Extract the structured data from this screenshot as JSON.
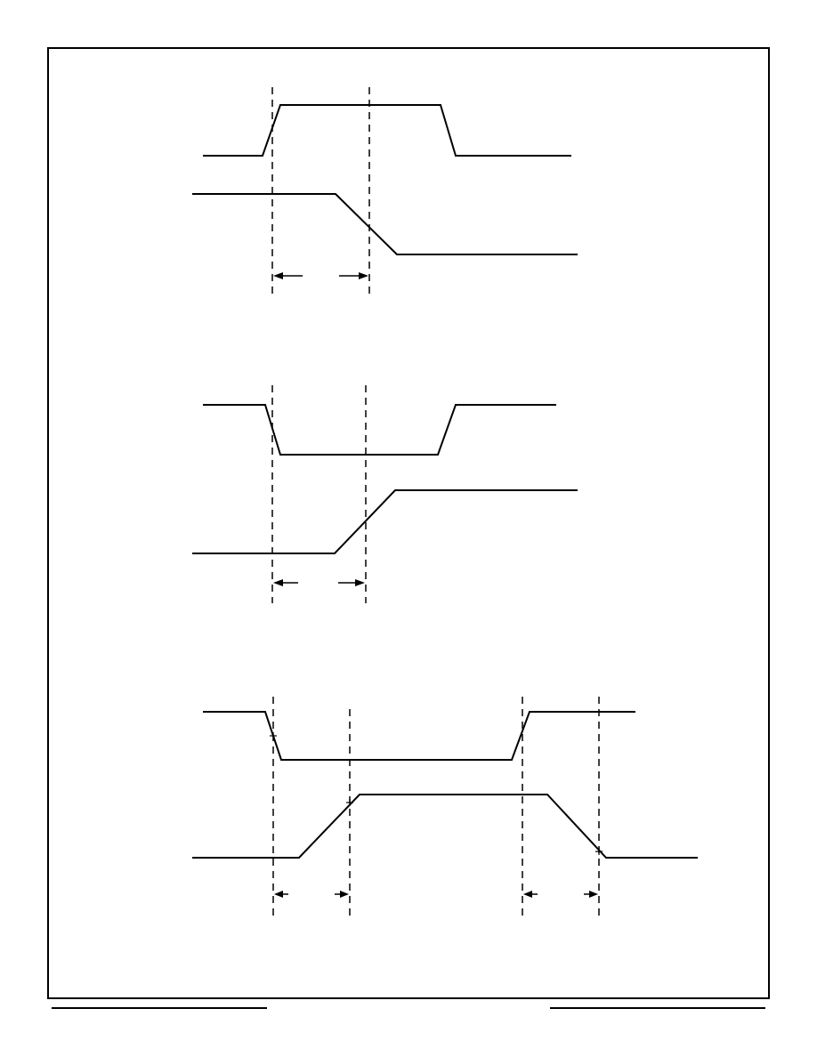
{
  "page": {
    "line_color": "#000000",
    "background_color": "#ffffff"
  },
  "diagrams": [
    {
      "name": "timing-diagram-1",
      "upper_waveform": "positive-pulse",
      "lower_waveform": "falling-edge",
      "timing_intervals": 1
    },
    {
      "name": "timing-diagram-2",
      "upper_waveform": "negative-pulse",
      "lower_waveform": "rising-edge",
      "timing_intervals": 1
    },
    {
      "name": "timing-diagram-3",
      "upper_waveform": "negative-pulse",
      "lower_waveform": "positive-pulse",
      "timing_intervals": 2
    }
  ]
}
